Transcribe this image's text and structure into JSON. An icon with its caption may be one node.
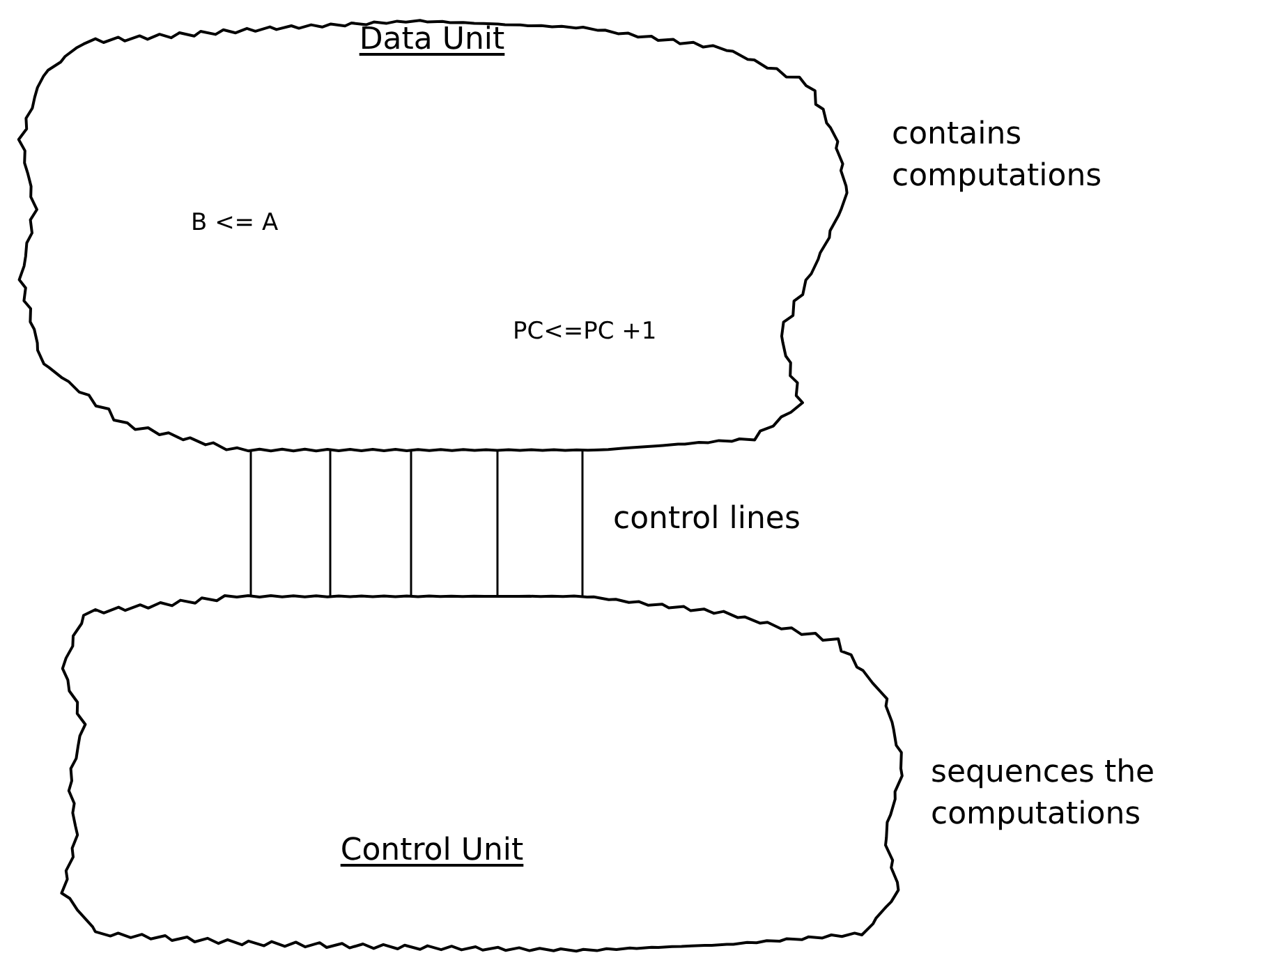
{
  "diagram": {
    "nodes": [
      {
        "text": [
          "Data Unit",
          "B <= A",
          "PC<=PC +1"
        ],
        "beside": [
          "contains computations"
        ]
      },
      {
        "text": [
          "Control Unit"
        ],
        "beside": [
          "sequences the computations"
        ]
      }
    ],
    "edges": [
      {
        "from": 0,
        "to": 1,
        "arrow": "none"
      },
      {
        "from": 0,
        "to": 1,
        "arrow": "none"
      },
      {
        "from": 0,
        "to": 1,
        "arrow": "none"
      },
      {
        "from": 0,
        "to": 1,
        "arrow": "none"
      },
      {
        "from": 0,
        "to": 1,
        "arrow": "none"
      }
    ],
    "labels": [
      "control lines"
    ]
  }
}
